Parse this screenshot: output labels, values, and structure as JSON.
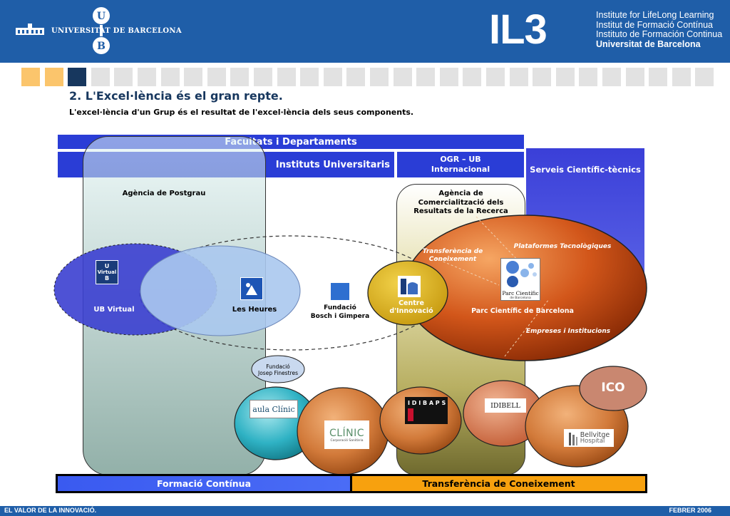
{
  "header": {
    "ub_name": "UNIVERSITAT DE BARCELONA",
    "il3_logo": "IL3",
    "il3_lines": [
      "Institute for LifeLong Learning",
      "Institut de Formació Contínua",
      "Instituto de Formación Continua",
      "Universitat de Barcelona"
    ],
    "colors": {
      "bar": "#1f5ea8",
      "active_squares": [
        "#fbc56c",
        "#fbc56c",
        "#17375e"
      ],
      "inactive_square": "#e2e2e2"
    }
  },
  "slide": {
    "title": "2. L'Excel·lència és el gran repte.",
    "subtitle": "L'excel·lència d'un Grup és el resultat de l'excel·lència dels seus components."
  },
  "diagram": {
    "bands": {
      "facultats": "Facultats i Departaments",
      "instituts": "Instituts Universitaris",
      "ogr_line1": "OGR – UB",
      "ogr_line2": "Internacional",
      "serveis": "Serveis Científic-tècnics"
    },
    "agencia_postgrau": "Agència de Postgrau",
    "agencia_comercialitzacio": [
      "Agència de",
      "Comercialització dels",
      "Resultats de la Recerca"
    ],
    "ub_virtual": {
      "label": "UB Virtual",
      "logo_text": "Virtual"
    },
    "les_heures": "Les Heures",
    "fundacio_bosch": [
      "Fundació",
      "Bosch i Gimpera"
    ],
    "centre_innovacio": [
      "Centre",
      "d'Innovació"
    ],
    "transferencia_coneixement_italic": [
      "Transferència de",
      "Coneixement"
    ],
    "plataformes": "Plataformes Tecnològiques",
    "parc_cientific": {
      "label": "Parc Científic de Barcelona",
      "logo_text": "Parc Científic",
      "logo_sub": "de Barcelona"
    },
    "empreses": "Empreses i Institucions",
    "fundacio_finestres": [
      "Fundació",
      "Josep Finestres"
    ],
    "aula_clinic": "aula Clínic",
    "clinic": {
      "name": "CLÍNIC",
      "sub": "Corporació Sanitària"
    },
    "idibaps": "I D I B A P S",
    "idibell": "IDIBELL",
    "ico": "ICO",
    "bellvitge": {
      "name": "Bellvitge",
      "sub": "Hospital"
    },
    "bottom_left": "Formació Contínua",
    "bottom_right": "Transferència de Coneixement",
    "colors": {
      "band_blue": "#2a3dd6",
      "orange_ellipse": "#d2561a",
      "bottom_orange": "#f7a10e",
      "ub_virtual_blue": "#3b3fd0",
      "heures_blue": "#aac8ee"
    }
  },
  "footer": {
    "left": "EL VALOR DE LA INNOVACIÓ.",
    "right": "FEBRER 2006"
  }
}
